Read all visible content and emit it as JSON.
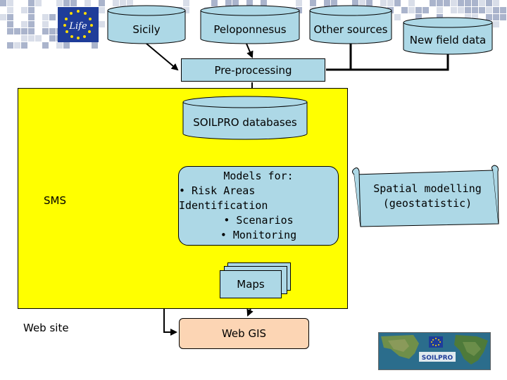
{
  "colors": {
    "sms_fill": "#ffff00",
    "box_fill": "#add8e6",
    "webgis_fill": "#fcd5b4",
    "line": "#000000",
    "mosaic_dark": "#6f7fa5",
    "mosaic_mid": "#aab4cc",
    "mosaic_light": "#d9dee9",
    "eu_blue": "#1f3d99",
    "eu_star": "#ffdd00"
  },
  "sources": {
    "sicily": "Sicily",
    "peloponnesus": "Peloponnesus",
    "other": "Other sources",
    "new_field": "New field data"
  },
  "nodes": {
    "preprocessing": "Pre-processing",
    "databases": "SOILPRO databases",
    "models_title": "Models for:",
    "models_items": [
      "• Risk Areas Identification",
      "• Scenarios",
      "• Monitoring"
    ],
    "maps": "Maps",
    "webgis": "Web GIS",
    "spatial_line1": "Spatial modelling",
    "spatial_line2": "(geostatistic)"
  },
  "labels": {
    "sms": "SMS",
    "website": "Web site"
  },
  "logos": {
    "life": "Life",
    "soilpro": "SOILPRO"
  },
  "icons": {
    "top_logo": "life-logo-icon",
    "bottom_logo": "soilpro-map-logo-icon"
  }
}
